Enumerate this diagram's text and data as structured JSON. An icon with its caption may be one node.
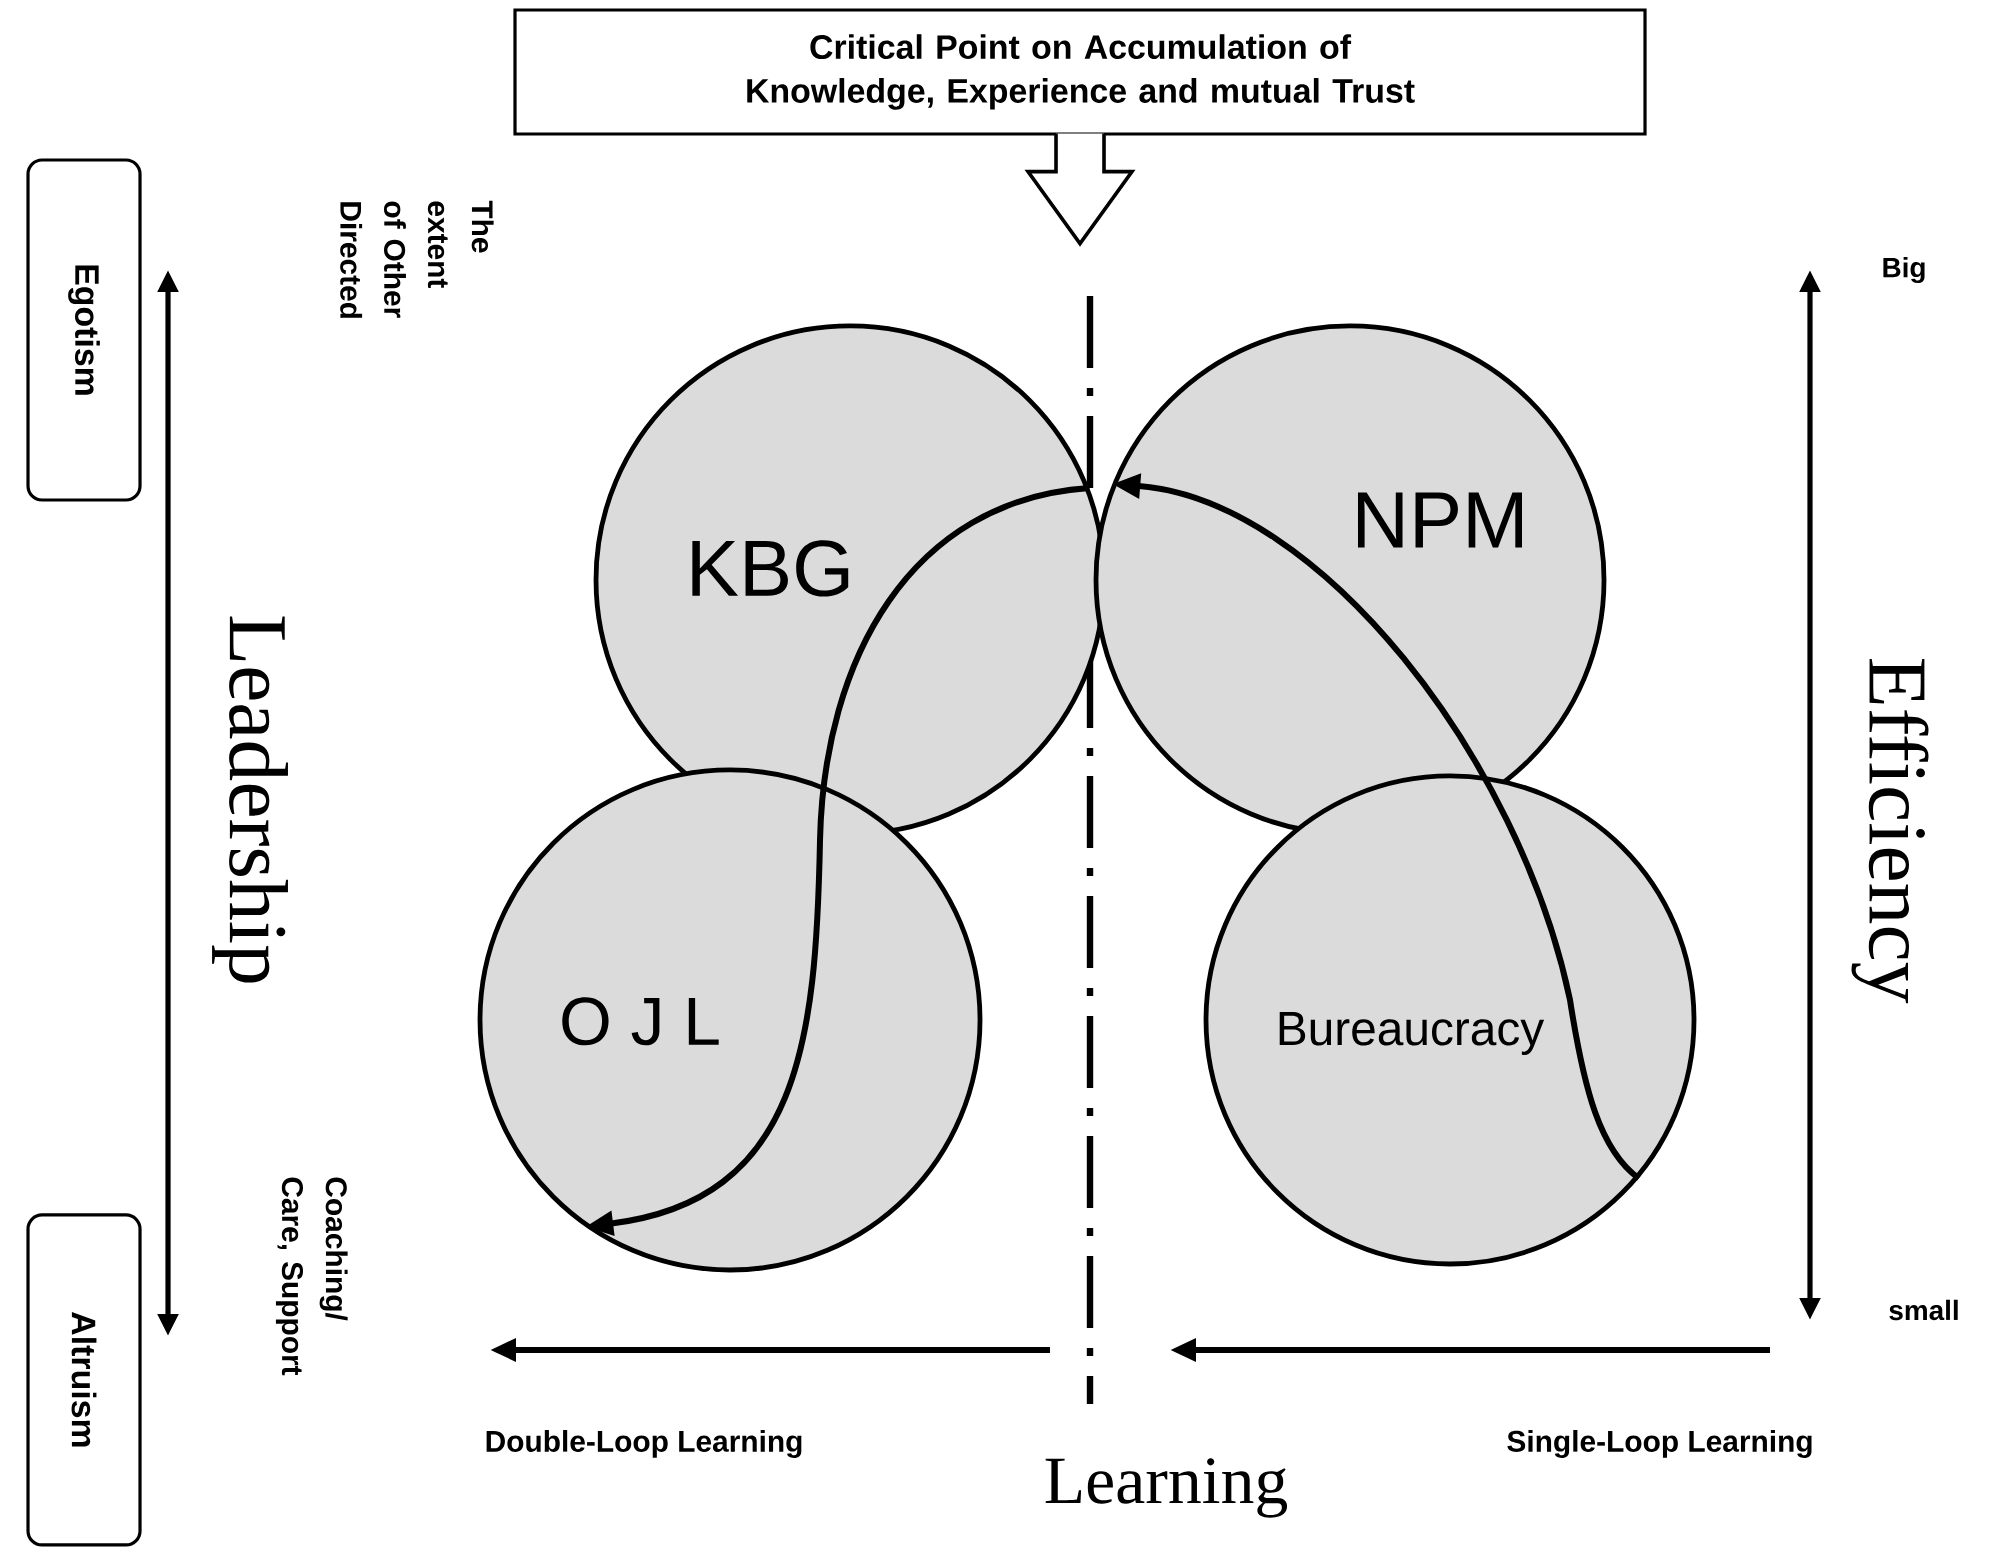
{
  "diagram": {
    "nodes": [
      {
        "text": [
          "Critical Point on Accumulation of Knowledge, Experience and mutual Trust"
        ]
      },
      {
        "text": [
          "Egotism"
        ]
      },
      {
        "text": [
          "KBG"
        ]
      },
      {
        "text": [
          "NPM"
        ]
      },
      {
        "text": [
          "O J L"
        ]
      },
      {
        "text": [
          "Bureaucracy"
        ]
      },
      {
        "text": [
          "Altruism"
        ]
      }
    ],
    "edges": [
      {
        "from": 0,
        "to": null,
        "arrow": "to"
      },
      {
        "from": 5,
        "to": 3,
        "arrow": "to"
      },
      {
        "from": 2,
        "to": 4,
        "arrow": "to"
      }
    ],
    "labels": [
      "The extent of Other Directed",
      "Big",
      "Leadership",
      "Efficiency",
      "Coaching/ Care, Support",
      "small",
      "Double-Loop Learning",
      "Learning",
      "Single-Loop Learning"
    ]
  }
}
